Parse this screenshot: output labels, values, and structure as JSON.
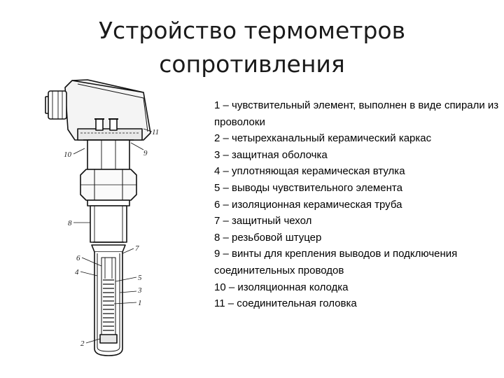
{
  "title": {
    "line1": "Устройство термометров",
    "line2": "сопротивления"
  },
  "legend": [
    "1 – чувствительный элемент, выполнен в виде спирали из проволоки",
    "2 – четырехканальный керамический каркас",
    "3 – защитная оболочка",
    "4 – уплотняющая керамическая втулка",
    "5 – выводы чувствительного элемента",
    "6 – изоляционная керамическая труба",
    "7 – защитный чехол",
    "8 – резьбовой штуцер",
    "9 – винты для крепления выводов и подключения соединительных проводов",
    "10 – изоляционная колодка",
    "11 – соединительная головка"
  ],
  "diagram_labels": {
    "n1": "1",
    "n2": "2",
    "n3": "3",
    "n4": "4",
    "n5": "5",
    "n6": "6",
    "n7": "7",
    "n8": "8",
    "n9": "9",
    "n10": "10",
    "n11": "11"
  }
}
